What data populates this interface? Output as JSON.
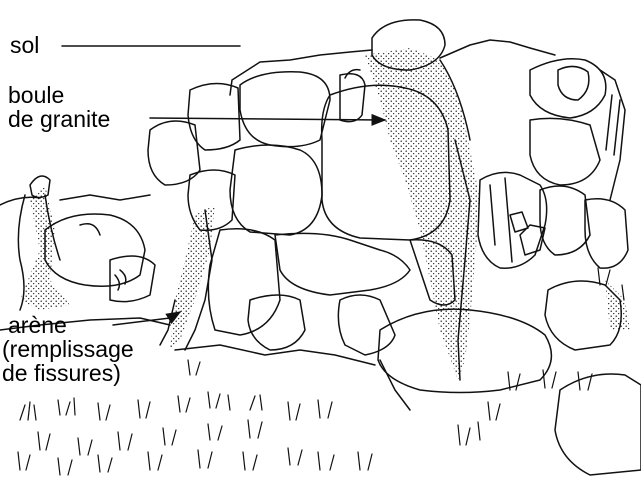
{
  "labels": {
    "sol": "sol",
    "boule_line1": "boule",
    "boule_line2": "de granite",
    "arene_line1": "arène",
    "arene_line2": "(remplissage",
    "arene_line3": "de fissures)"
  },
  "colors": {
    "ink": "#111111",
    "background": "#ffffff"
  }
}
